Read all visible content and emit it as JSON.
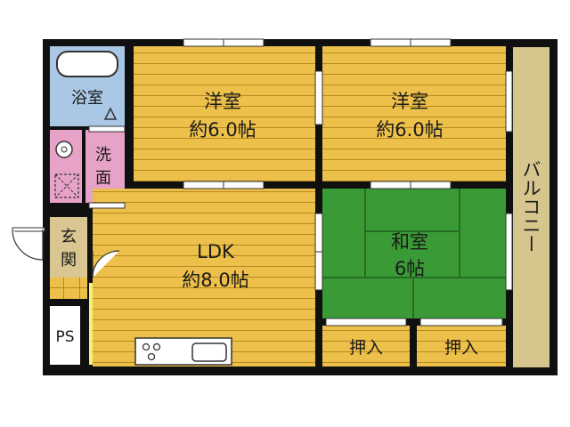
{
  "rooms": {
    "western1": {
      "name": "洋室",
      "size": "約6.0帖"
    },
    "western2": {
      "name": "洋室",
      "size": "約6.0帖"
    },
    "ldk": {
      "name": "LDK",
      "size": "約8.0帖"
    },
    "japanese": {
      "name": "和室",
      "size": "6帖"
    },
    "bath": {
      "name": "浴室"
    },
    "washroom": {
      "line1": "洗",
      "line2": "面"
    },
    "entrance": {
      "line1": "玄",
      "line2": "関"
    },
    "ps": {
      "name": "PS"
    },
    "closet1": {
      "name": "押入"
    },
    "closet2": {
      "name": "押入"
    },
    "balcony": {
      "name": "バルコニー"
    }
  },
  "colors": {
    "floor_wood": "#ecc04a",
    "tatami": "#3a9a36",
    "bath": "#aac8e6",
    "washroom": "#e7a2c8",
    "toilet": "#f3f07a",
    "balcony": "#d6c68e",
    "wall": "#101010"
  }
}
